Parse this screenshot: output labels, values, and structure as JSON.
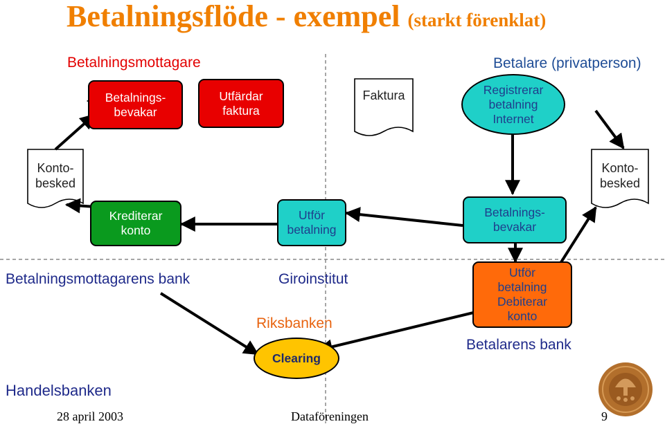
{
  "title": {
    "main": "Betalningsflöde - exempel",
    "sub": "(starkt förenklat)"
  },
  "headers": {
    "payee": "Betalningsmottagare",
    "payer": "Betalare (privatperson)",
    "payee_bank": "Betalningsmottagarens bank",
    "giro": "Giroinstitut",
    "riksbanken": "Riksbanken",
    "payer_bank": "Betalarens bank",
    "handelsbanken": "Handelsbanken"
  },
  "nodes": {
    "payee_monitor": "Betalnings-\nbevakar",
    "issue_invoice": "Utfärdar\nfaktura",
    "register_payment": "Registrerar\nbetalning\nInternet",
    "credit_account": "Krediterar\nkonto",
    "execute_payment": "Utför\nbetalning",
    "payer_monitor": "Betalnings-\nbevakar",
    "debit_account": "Utför\nbetalning\nDebiterar\nkonto",
    "clearing": "Clearing"
  },
  "documents": {
    "invoice": "Faktura",
    "statement_left": "Konto-\nbesked",
    "statement_right": "Konto-\nbesked"
  },
  "footer": {
    "date": "28 april 2003",
    "org": "Dataföreningen",
    "page": "9"
  },
  "colors": {
    "title": "#f07f00",
    "red_node": "#e80000",
    "green_node": "#0a9a1e",
    "teal_node": "#1fd0c8",
    "orange_node": "#ff6a0a",
    "yellow_node": "#ffc400",
    "bank_blue": "#1f4d96"
  },
  "icons": {
    "seal": "handelsbanken-seal-icon"
  }
}
